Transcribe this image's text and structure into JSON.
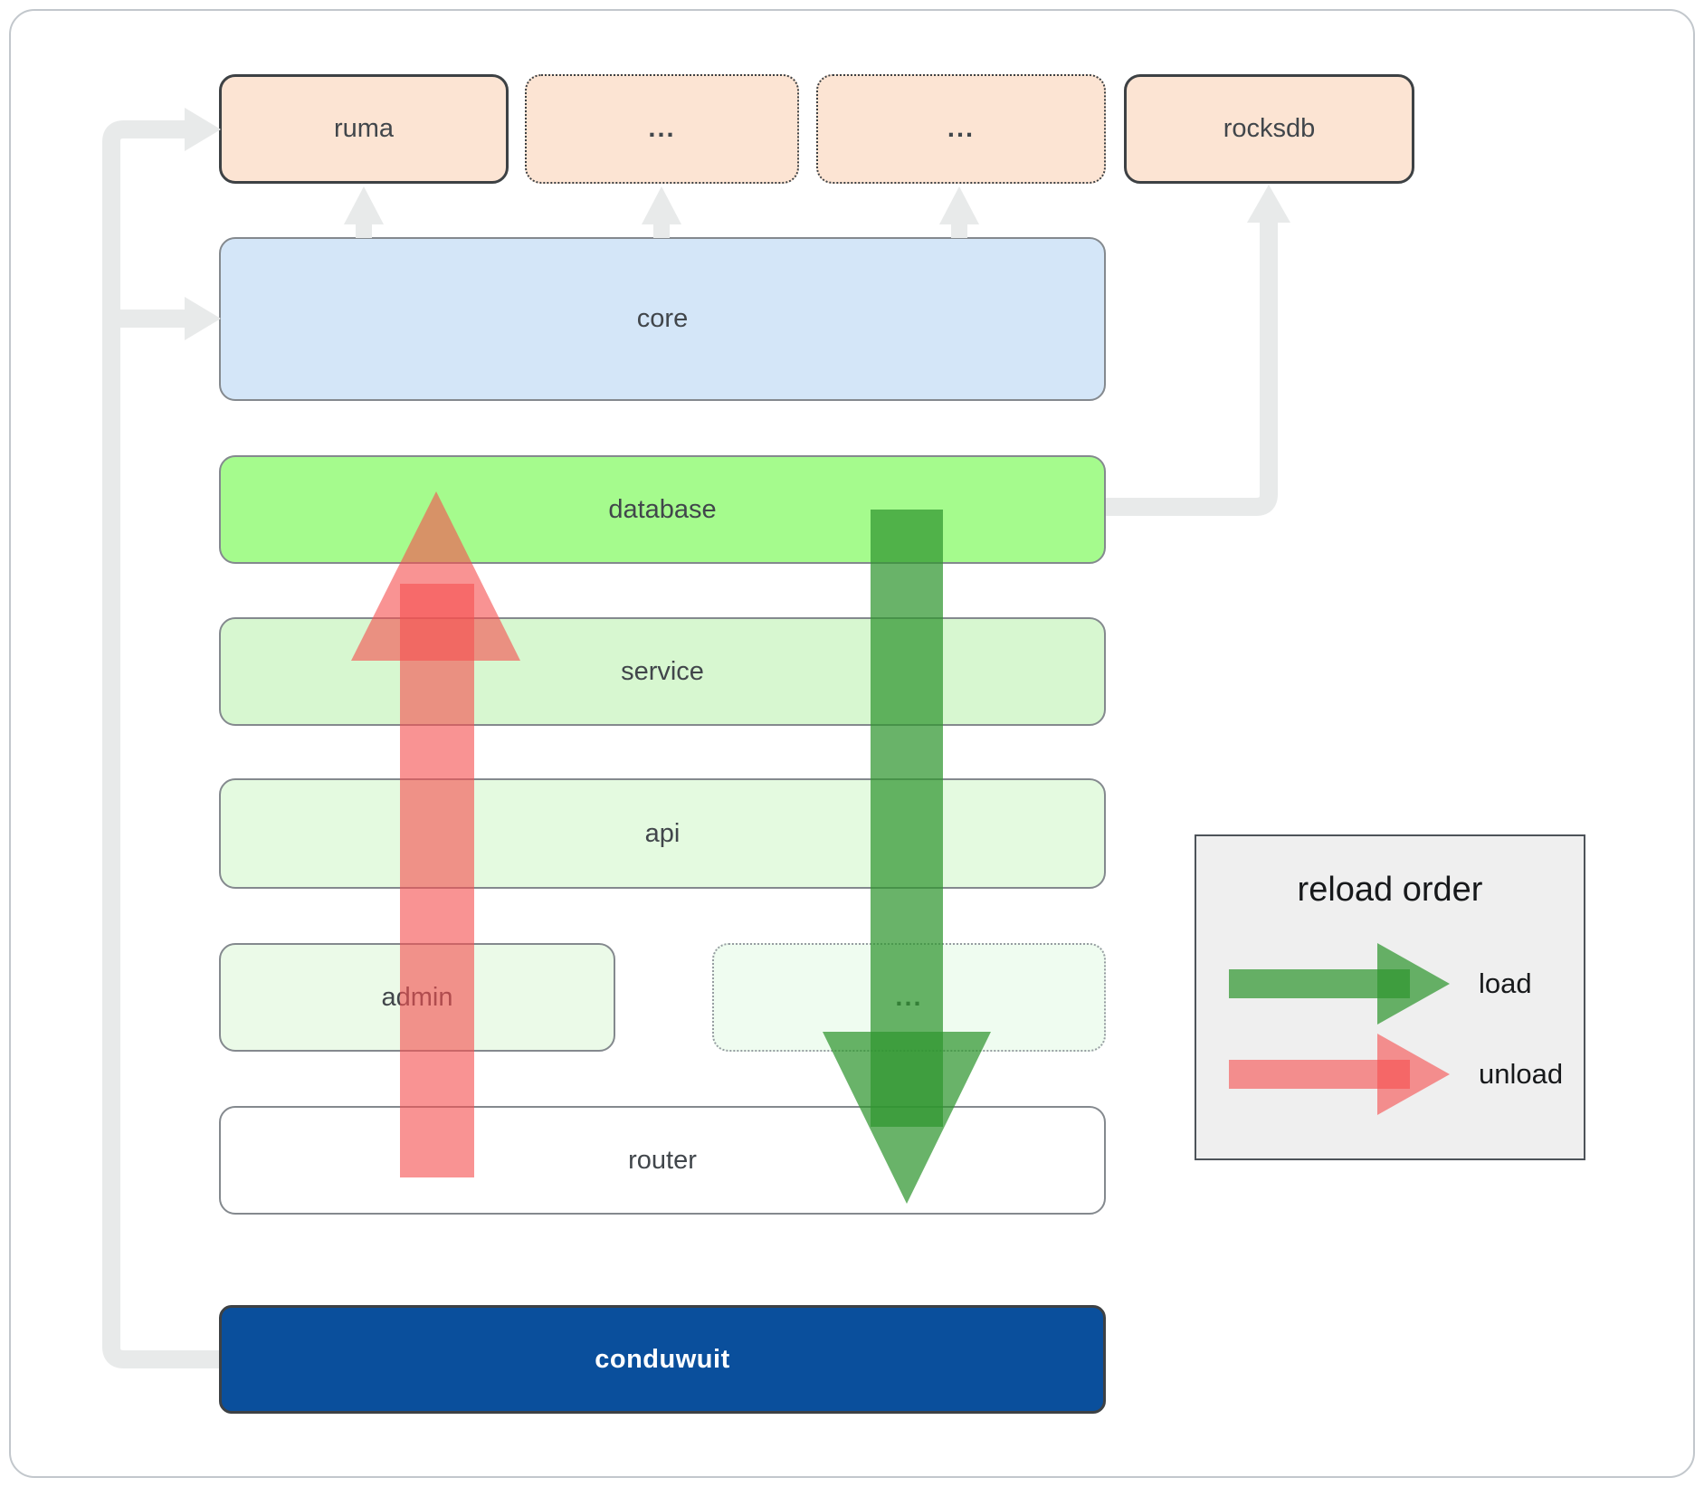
{
  "boxes": {
    "ruma": "ruma",
    "ellipsis1": "...",
    "ellipsis2": "...",
    "rocksdb": "rocksdb",
    "core": "core",
    "database": "database",
    "service": "service",
    "api": "api",
    "admin": "admin",
    "ellipsis3": "...",
    "router": "router",
    "conduwuit": "conduwuit"
  },
  "legend": {
    "title": "reload order",
    "load": "load",
    "unload": "unload"
  },
  "colors": {
    "load_arrow": "rgba(47,150,47,0.72)",
    "unload_arrow": "rgba(246,80,80,0.62)",
    "connector_gray": "#e8eaea",
    "ruma_fill": "#fce4d3",
    "ellipsis1_fill": "#fce4d3",
    "ellipsis2_fill": "#fce4d3",
    "rocksdb_fill": "#fce4d3",
    "core_fill": "#d4e6f8",
    "database_fill": "#a5fb8d",
    "service_fill": "#d7f7d0",
    "api_fill": "#e4fae0",
    "admin_fill": "#ebfae8",
    "ellipsis3_fill": "#effcf0",
    "router_fill": "#ffffff",
    "conduwuit_fill": "#0a4f9c"
  }
}
